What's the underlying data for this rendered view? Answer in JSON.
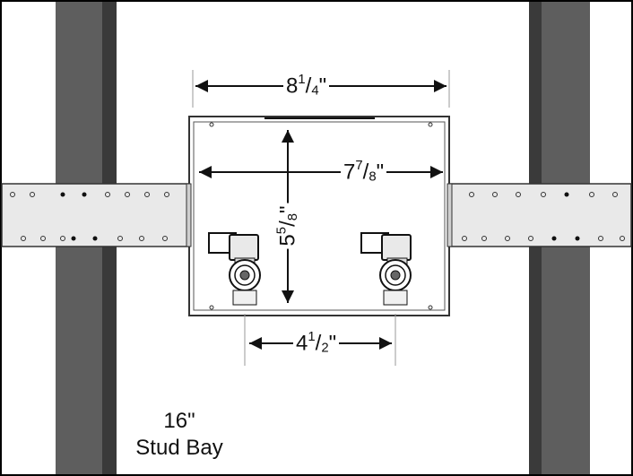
{
  "dimensions": {
    "box_width": {
      "whole": "8",
      "num": "1",
      "den": "4",
      "unit": "\""
    },
    "inner_width": {
      "whole": "7",
      "num": "7",
      "den": "8",
      "unit": "\""
    },
    "inner_height": {
      "whole": "5",
      "num": "5",
      "den": "8",
      "unit": "\""
    },
    "valve_spacing": {
      "whole": "4",
      "num": "1",
      "den": "2",
      "unit": "\""
    }
  },
  "stud_bay": {
    "size": "16\"",
    "label": "Stud Bay"
  },
  "colors": {
    "stud_dark": "#5e5e5e",
    "stud_edge": "#3a3a3a",
    "bracket": "#e9e9e9",
    "box_outline": "#333333",
    "line": "#111111"
  }
}
